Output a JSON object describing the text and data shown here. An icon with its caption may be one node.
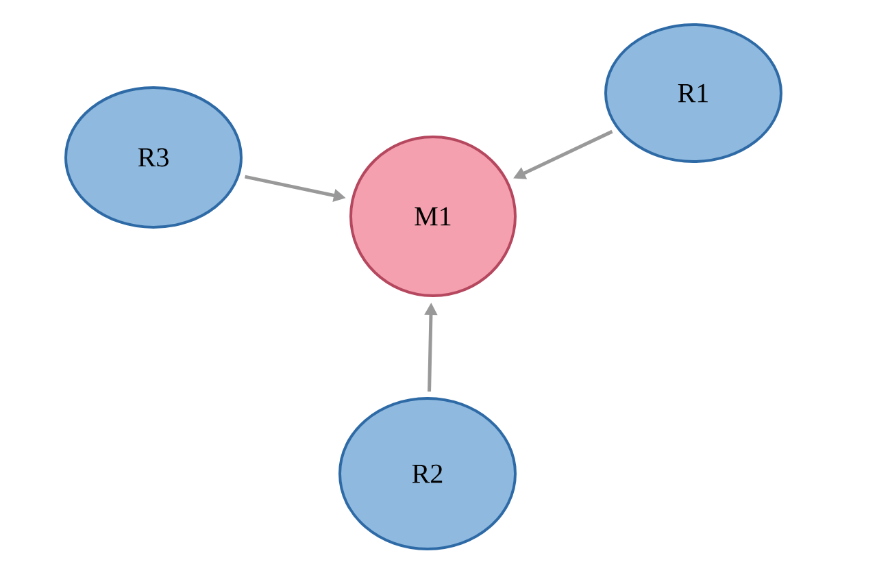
{
  "diagram": {
    "nodes": [
      {
        "text": [
          "R1"
        ]
      },
      {
        "text": [
          "R3"
        ]
      },
      {
        "text": [
          "M1"
        ]
      },
      {
        "text": [
          "R2"
        ]
      }
    ],
    "edges": [
      {
        "from": 0,
        "to": 2,
        "arrow": "to"
      },
      {
        "from": 1,
        "to": 2,
        "arrow": "to"
      },
      {
        "from": 3,
        "to": 2,
        "arrow": "to"
      }
    ]
  }
}
